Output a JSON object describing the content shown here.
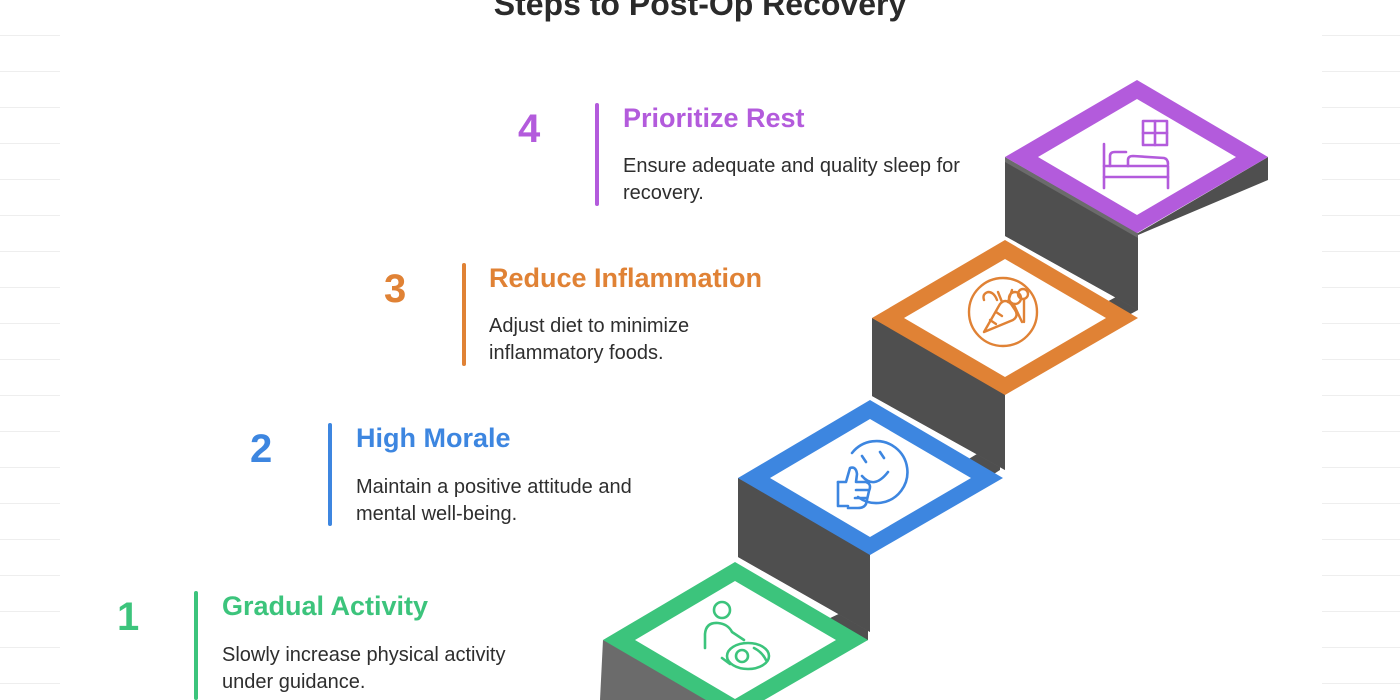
{
  "title": "Steps to Post-Op Recovery",
  "colors": {
    "step1": "#3cc47c",
    "step2": "#3d86e0",
    "step3": "#e08235",
    "step4": "#b35bdc",
    "riser_front": "#6b6b6b",
    "riser_side": "#4f4f4f",
    "text": "#2e2e2e"
  },
  "steps": [
    {
      "number": "1",
      "title": "Gradual Activity",
      "description": "Slowly increase physical activity under guidance.",
      "icon": "caregiver-icon"
    },
    {
      "number": "2",
      "title": "High Morale",
      "description": "Maintain a positive attitude and mental well-being.",
      "icon": "smiley-thumbs-up-icon"
    },
    {
      "number": "3",
      "title": "Reduce Inflammation",
      "description": "Adjust diet to minimize inflammatory foods.",
      "icon": "carrot-broccoli-icon"
    },
    {
      "number": "4",
      "title": "Prioritize Rest",
      "description": "Ensure adequate and quality sleep for recovery.",
      "icon": "bed-window-icon"
    }
  ]
}
